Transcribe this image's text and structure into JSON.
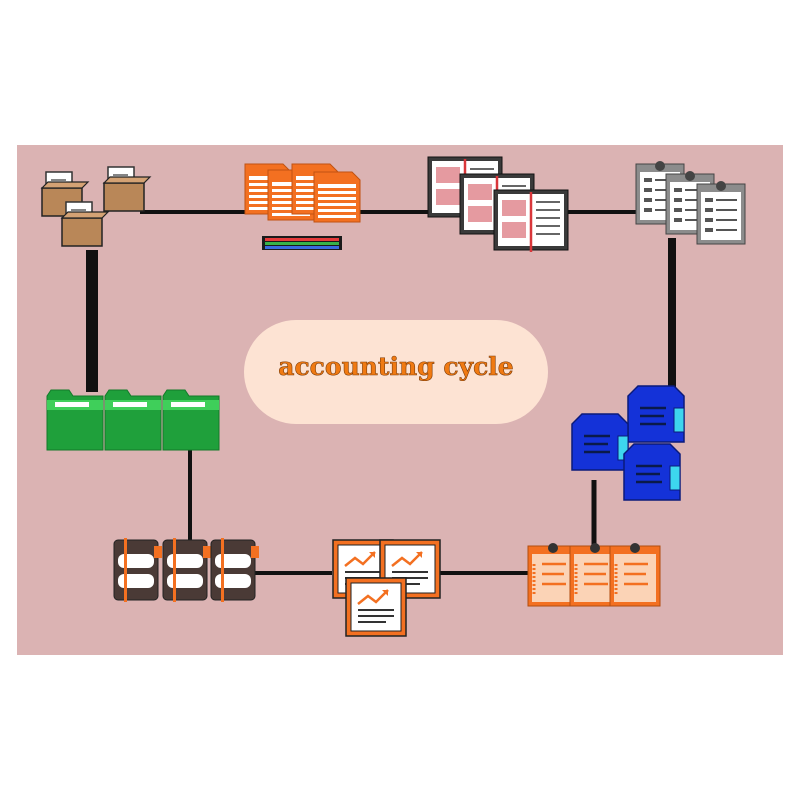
{
  "title": "accounting cycle",
  "colors": {
    "background": "#ffffff",
    "panel": "#dbb3b3",
    "connector": "#111111",
    "title_pill": "#fde3d3",
    "title_text": "#f07a12",
    "box_brown": "#b98758",
    "paper": "#ffffff",
    "orange": "#f37021",
    "book_dark": "#3a3a3a",
    "book_red": "#d9363a",
    "clipboard_gray": "#8c8c8c",
    "blue": "#1432d8",
    "cyan": "#3dd6ee",
    "green": "#1fa03b",
    "green_light": "#3fcf5a",
    "dark_brown": "#4a3a36"
  },
  "nodes": [
    {
      "name": "source-document-boxes",
      "icon": "box-icon"
    },
    {
      "name": "journal-ledger-stack",
      "icon": "ledger-icon"
    },
    {
      "name": "open-books",
      "icon": "book-icon"
    },
    {
      "name": "gray-clipboards",
      "icon": "clipboard-icon"
    },
    {
      "name": "blue-document-tags",
      "icon": "tag-icon"
    },
    {
      "name": "orange-clipboards",
      "icon": "clipboard-icon"
    },
    {
      "name": "chart-reports",
      "icon": "chart-icon"
    },
    {
      "name": "archive-binders",
      "icon": "binder-icon"
    },
    {
      "name": "green-folders",
      "icon": "folder-icon"
    }
  ]
}
